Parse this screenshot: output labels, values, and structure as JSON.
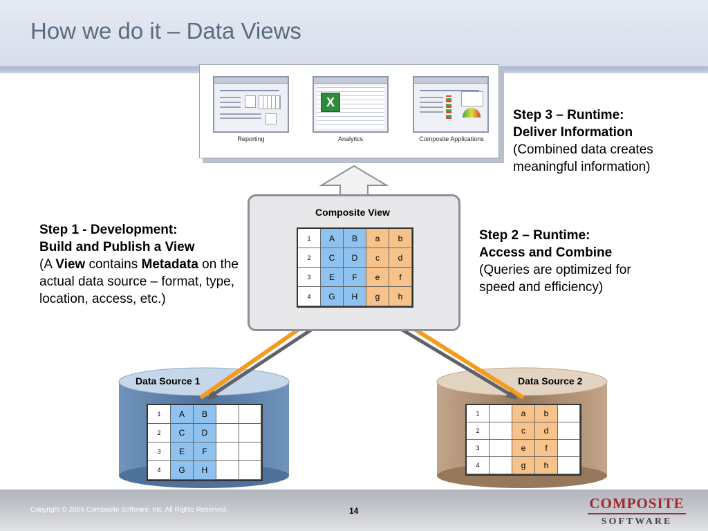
{
  "slide": {
    "title": "How we do it – Data Views",
    "copyright": "Copyright © 2006  Composite Software, Inc.  All Rights Reserved.",
    "page_number": "14",
    "logo": {
      "top": "COMPOSITE",
      "bottom": "SOFTWARE"
    }
  },
  "apps": [
    {
      "name": "reporting",
      "label": "Reporting"
    },
    {
      "name": "analytics",
      "label": "Analytics"
    },
    {
      "name": "composite-applications",
      "label": "Composite Applications"
    }
  ],
  "steps": {
    "step3": {
      "title_line1": "Step 3 – Runtime:",
      "title_line2": "Deliver Information",
      "desc": "(Combined data creates meaningful information)"
    },
    "step1": {
      "title_line1": "Step 1 - Development:",
      "title_line2": "Build and Publish a View",
      "desc_pre": "(A ",
      "desc_bold1": "View",
      "desc_mid": " contains ",
      "desc_bold2": "Metadata",
      "desc_post": " on the actual data source – format, type, location, access, etc.)"
    },
    "step2": {
      "title_line1": "Step 2 – Runtime:",
      "title_line2": "Access and Combine",
      "desc": "(Queries are optimized for speed and efficiency)"
    }
  },
  "composite_view": {
    "title": "Composite View",
    "rows": [
      [
        "1",
        "A",
        "B",
        "a",
        "b"
      ],
      [
        "2",
        "C",
        "D",
        "c",
        "d"
      ],
      [
        "3",
        "E",
        "F",
        "e",
        "f"
      ],
      [
        "4",
        "G",
        "H",
        "g",
        "h"
      ]
    ]
  },
  "data_source_1": {
    "label": "Data Source 1",
    "rows": [
      [
        "1",
        "A",
        "B",
        "",
        ""
      ],
      [
        "2",
        "C",
        "D",
        "",
        ""
      ],
      [
        "3",
        "E",
        "F",
        "",
        ""
      ],
      [
        "4",
        "G",
        "H",
        "",
        ""
      ]
    ]
  },
  "data_source_2": {
    "label": "Data Source 2",
    "rows": [
      [
        "1",
        "",
        "a",
        "b",
        ""
      ],
      [
        "2",
        "",
        "c",
        "d",
        ""
      ],
      [
        "3",
        "",
        "e",
        "f",
        ""
      ],
      [
        "4",
        "",
        "g",
        "h",
        ""
      ]
    ]
  },
  "colors": {
    "blue_cell": "#8fc2ef",
    "orange_cell": "#f7c38a",
    "arrow_orange": "#f59a1b",
    "arrow_gray": "#5f6268",
    "cylinder_blue": "#5a7ea6",
    "cylinder_tan": "#a88b6c"
  }
}
